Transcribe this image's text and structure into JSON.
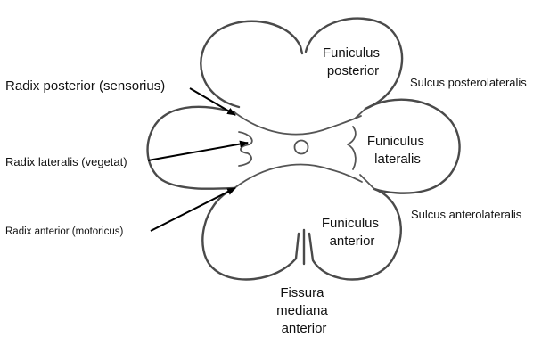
{
  "diagram": {
    "region_labels": {
      "funiculus_posterior": [
        "Funiculus",
        "posterior"
      ],
      "funiculus_lateralis": [
        "Funiculus",
        "lateralis"
      ],
      "funiculus_anterior": [
        "Funiculus",
        "anterior"
      ],
      "fissura_mediana_anterior": [
        "Fissura",
        "mediana",
        "anterior"
      ]
    },
    "sulcus_labels": {
      "posterolateralis": "Sulcus posterolateralis",
      "anterolateralis": "Sulcus anterolateralis"
    },
    "root_labels": {
      "posterior": "Radix posterior (sensorius)",
      "lateralis": "Radix lateralis (vegetat)",
      "anterior": "Radix anterior (motoricus)"
    }
  }
}
